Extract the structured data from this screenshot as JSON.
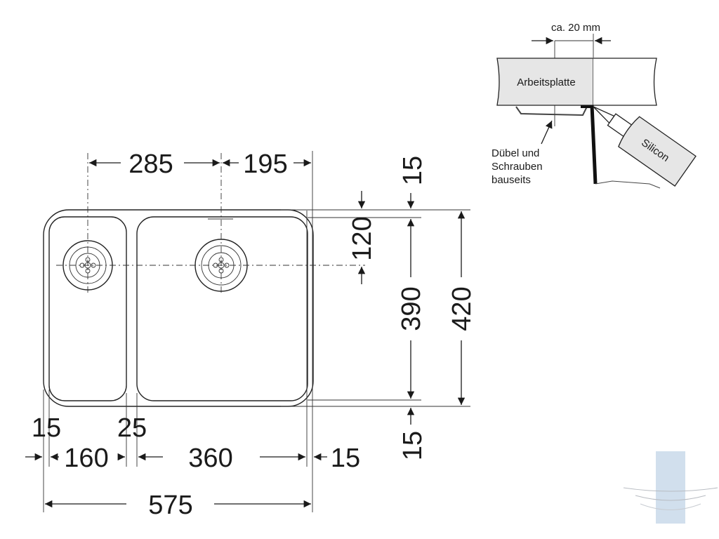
{
  "dimensions": {
    "top_left_width": "285",
    "top_right_width": "195",
    "right_top_margin": "15",
    "drain_offset": "120",
    "inner_height": "390",
    "outer_height": "420",
    "right_bottom_margin": "15",
    "left_margin": "15",
    "divider_width": "25",
    "small_bowl_width": "160",
    "large_bowl_width": "360",
    "right_margin": "15",
    "overall_width": "575"
  },
  "detail": {
    "gap_label": "ca. 20 mm",
    "countertop_label": "Arbeitsplatte",
    "fixing_label_line1": "Dübel und",
    "fixing_label_line2": "Schrauben",
    "fixing_label_line3": "bauseits",
    "sealant_label": "Silicon"
  },
  "colors": {
    "line": "#1a1a1a",
    "countertop_fill": "#e8e8e8",
    "watermark": "#c9d9ea"
  }
}
